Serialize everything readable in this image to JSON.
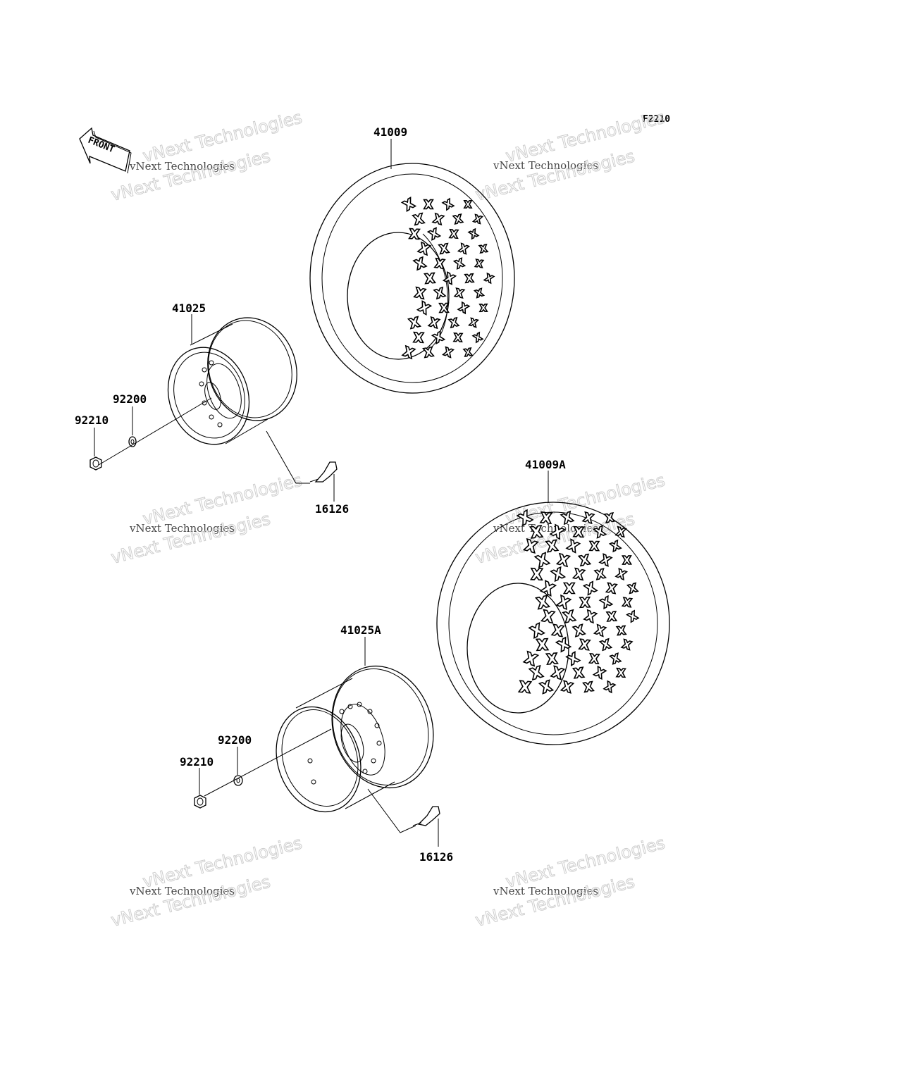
{
  "diagram_code": "F2210",
  "front_label": "FRONT",
  "watermark": {
    "line1": "vNext Technologies",
    "line2": "vNext Technologies"
  },
  "parts": [
    {
      "id": "front-tire",
      "number": "41009"
    },
    {
      "id": "front-wheel",
      "number": "41025"
    },
    {
      "id": "front-washer",
      "number": "92200"
    },
    {
      "id": "front-nut",
      "number": "92210"
    },
    {
      "id": "front-valve",
      "number": "16126"
    },
    {
      "id": "rear-tire",
      "number": "41009A"
    },
    {
      "id": "rear-wheel",
      "number": "41025A"
    },
    {
      "id": "rear-washer",
      "number": "92200"
    },
    {
      "id": "rear-nut",
      "number": "92210"
    },
    {
      "id": "rear-valve",
      "number": "16126"
    }
  ]
}
